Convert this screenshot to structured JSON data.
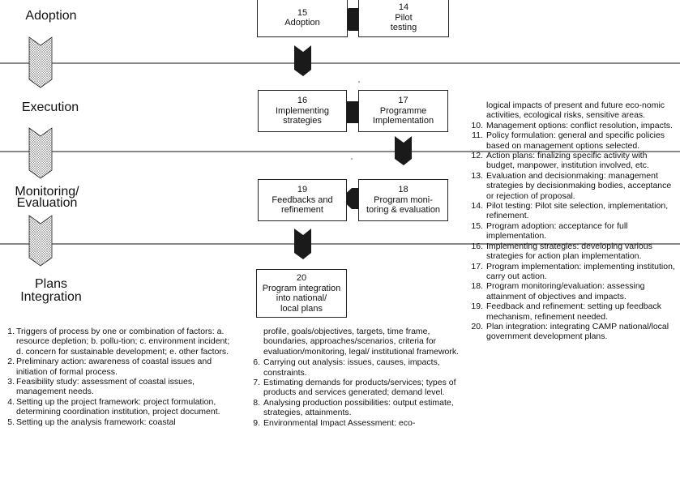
{
  "stages": [
    {
      "id": "adoption",
      "label": "Adoption"
    },
    {
      "id": "execution",
      "label": "Execution"
    },
    {
      "id": "monitoring",
      "label": "Monitoring/\nEvaluation"
    },
    {
      "id": "plans",
      "label": "Plans\nIntegration"
    }
  ],
  "boxes": {
    "b15": {
      "num": "15",
      "label": "Adoption"
    },
    "b14": {
      "num": "14",
      "label": "Pilot\ntesting"
    },
    "b16": {
      "num": "16",
      "label": "Implementing\nstrategies"
    },
    "b17": {
      "num": "17",
      "label": "Programme\nImplementation"
    },
    "b19": {
      "num": "19",
      "label": "Feedbacks and\nrefinement"
    },
    "b18": {
      "num": "18",
      "label": "Program moni-\ntoring & evaluation"
    },
    "b20": {
      "num": "20",
      "label": "Program integration\ninto national/\nlocal plans"
    }
  },
  "legend_left": [
    {
      "n": "1.",
      "t": "Triggers of process by one or combination of factors: a. resource depletion; b. pollu-tion; c. environment incident; d. concern for sustainable development; e. other factors."
    },
    {
      "n": "2.",
      "t": "Preliminary action: awareness of coastal issues and initiation of formal process."
    },
    {
      "n": "3.",
      "t": "Feasibility study: assessment of coastal issues, management needs."
    },
    {
      "n": "4.",
      "t": "Setting up the project framework: project formulation, determining coordination institution, project document."
    },
    {
      "n": "5.",
      "t": "Setting up the analysis framework: coastal"
    }
  ],
  "legend_middle": {
    "continuation": "profile, goals/objectives, targets, time frame, boundaries, approaches/scenarios, criteria for evaluation/monitoring, legal/ institutional framework.",
    "items": [
      {
        "n": "6.",
        "t": "Carrying out analysis: issues, causes, impacts, constraints."
      },
      {
        "n": "7.",
        "t": "Estimating demands for products/services; types of products and services generated; demand level."
      },
      {
        "n": "8.",
        "t": "Analysing production possibilities: output estimate, strategies, attainments."
      },
      {
        "n": "9.",
        "t": "Environmental Impact Assessment: eco-"
      }
    ]
  },
  "legend_right": {
    "continuation": "logical impacts of present and future eco-nomic activities, ecological risks, sensitive areas.",
    "items": [
      {
        "n": "10.",
        "t": "Management options: conflict resolution, impacts."
      },
      {
        "n": "11.",
        "t": "Policy formulation: general and specific policies based on management options selected."
      },
      {
        "n": "12.",
        "t": "Action plans: finalizing specific activity with budget, manpower, institution involved, etc."
      },
      {
        "n": "13.",
        "t": "Evaluation and decisionmaking: management strategies by decisionmaking bodies, acceptance or rejection of proposal."
      },
      {
        "n": "14.",
        "t": "Pilot testing: Pilot site selection, implementation, refinement."
      },
      {
        "n": "15.",
        "t": "Program adoption: acceptance for full implementation."
      },
      {
        "n": "16.",
        "t": "Implementing strategies: developing various strategies for action plan implementation."
      },
      {
        "n": "17.",
        "t": "Program implementation: implementing institution, carry out action."
      },
      {
        "n": "18.",
        "t": "Program monitoring/evaluation: assessing attainment of objectives and impacts."
      },
      {
        "n": "19.",
        "t": "Feedback and refinement: setting up feedback mechanism, refinement needed."
      },
      {
        "n": "20.",
        "t": "Plan integration: integrating CAMP national/local government development plans."
      }
    ]
  }
}
